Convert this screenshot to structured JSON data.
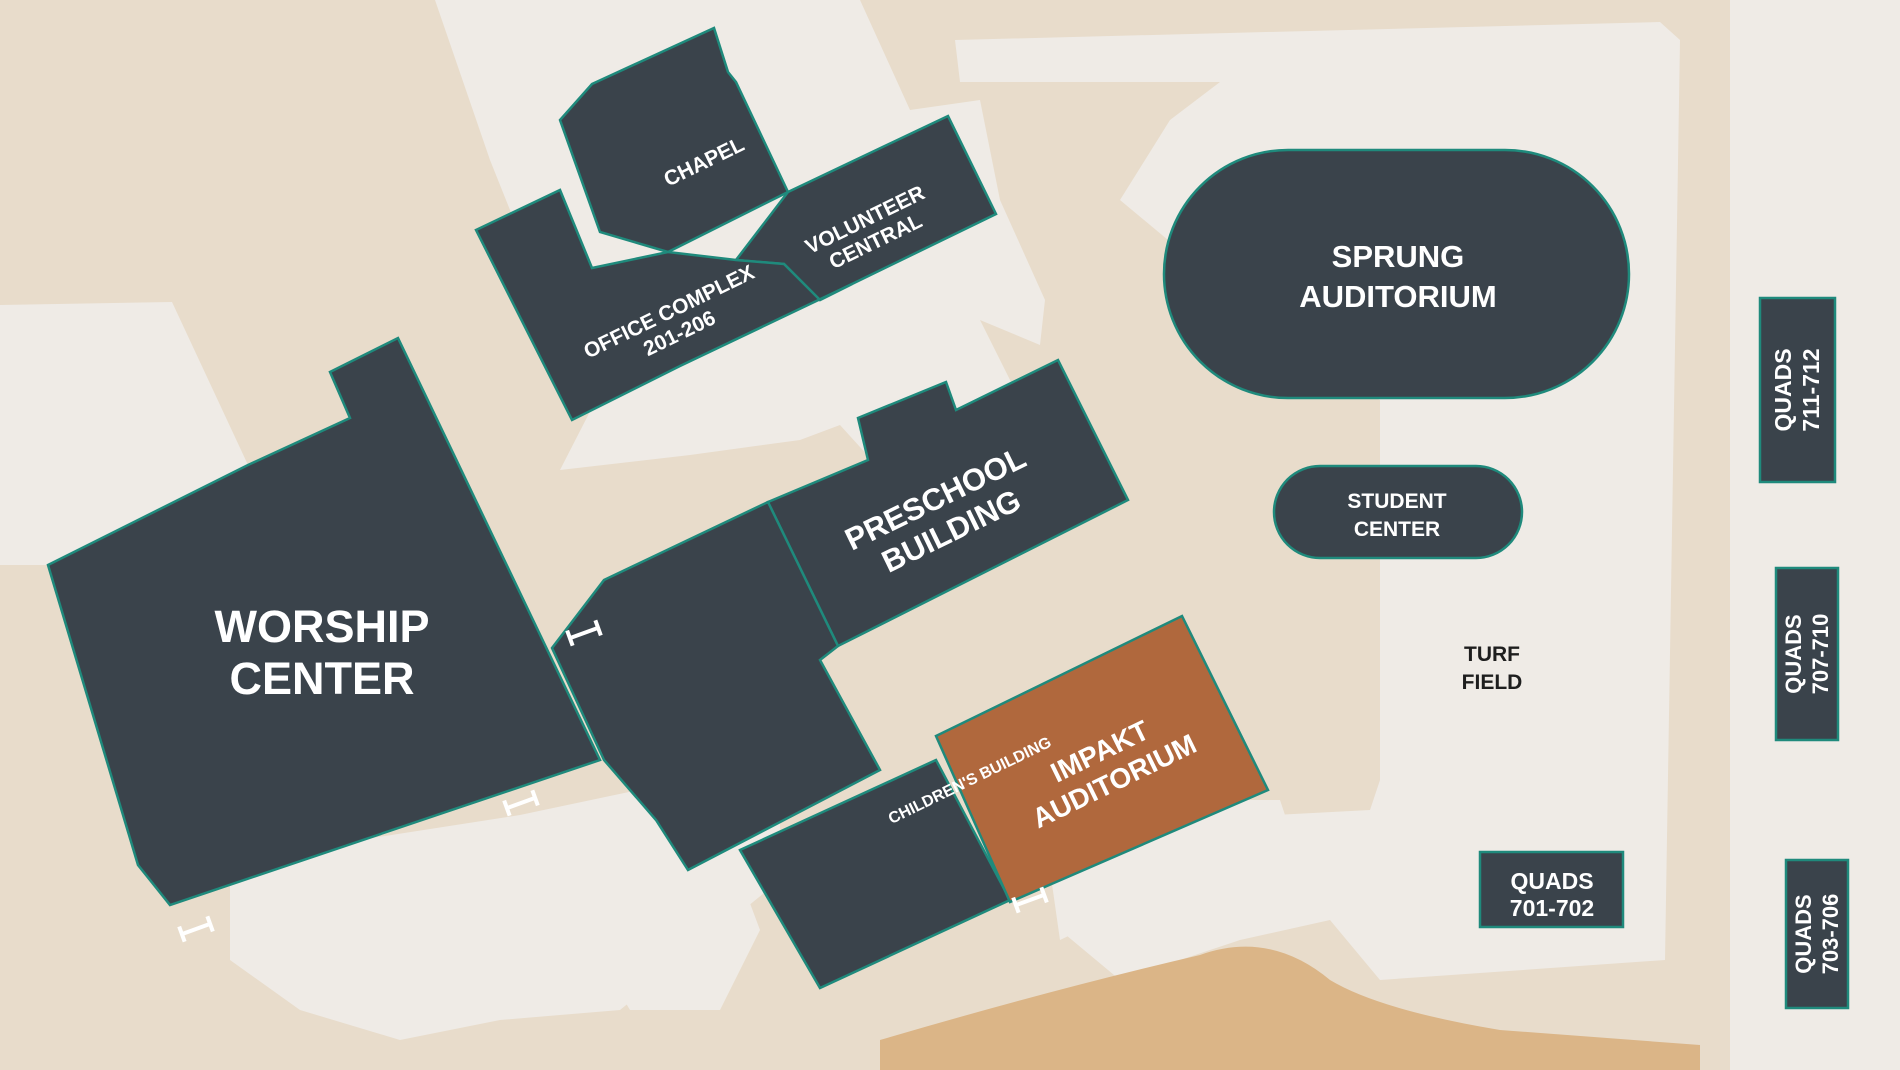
{
  "map": {
    "colors": {
      "ground": "#e8dccb",
      "paved_light": "#efebe6",
      "sand": "#dbb587",
      "building": "#3a434b",
      "building_outline": "#1f8a7c",
      "highlight_building": "#b0683d",
      "label_on_building": "#ffffff",
      "label_on_ground": "#1e1e1e"
    },
    "buildings": {
      "chapel": "CHAPEL",
      "volunteer_central": [
        "VOLUNTEER",
        "CENTRAL"
      ],
      "office_complex": [
        "OFFICE COMPLEX",
        "201-206"
      ],
      "sprung_auditorium": [
        "SPRUNG",
        "AUDITORIUM"
      ],
      "preschool_building": [
        "PRESCHOOL",
        "BUILDING"
      ],
      "student_center": [
        "STUDENT",
        "CENTER"
      ],
      "worship_center": [
        "WORSHIP",
        "CENTER"
      ],
      "childrens_building": "CHILDREN'S BUILDING",
      "impakt_auditorium": [
        "IMPAKT",
        "AUDITORIUM"
      ],
      "quads_711_712": [
        "QUADS",
        "711-712"
      ],
      "quads_707_710": [
        "QUADS",
        "707-710"
      ],
      "quads_701_702": [
        "QUADS",
        "701-702"
      ],
      "quads_703_706": [
        "QUADS",
        "703-706"
      ]
    },
    "areas": {
      "turf_field": [
        "TURF",
        "FIELD"
      ]
    },
    "icons": {
      "entrance": "entrance-marker-icon"
    }
  }
}
